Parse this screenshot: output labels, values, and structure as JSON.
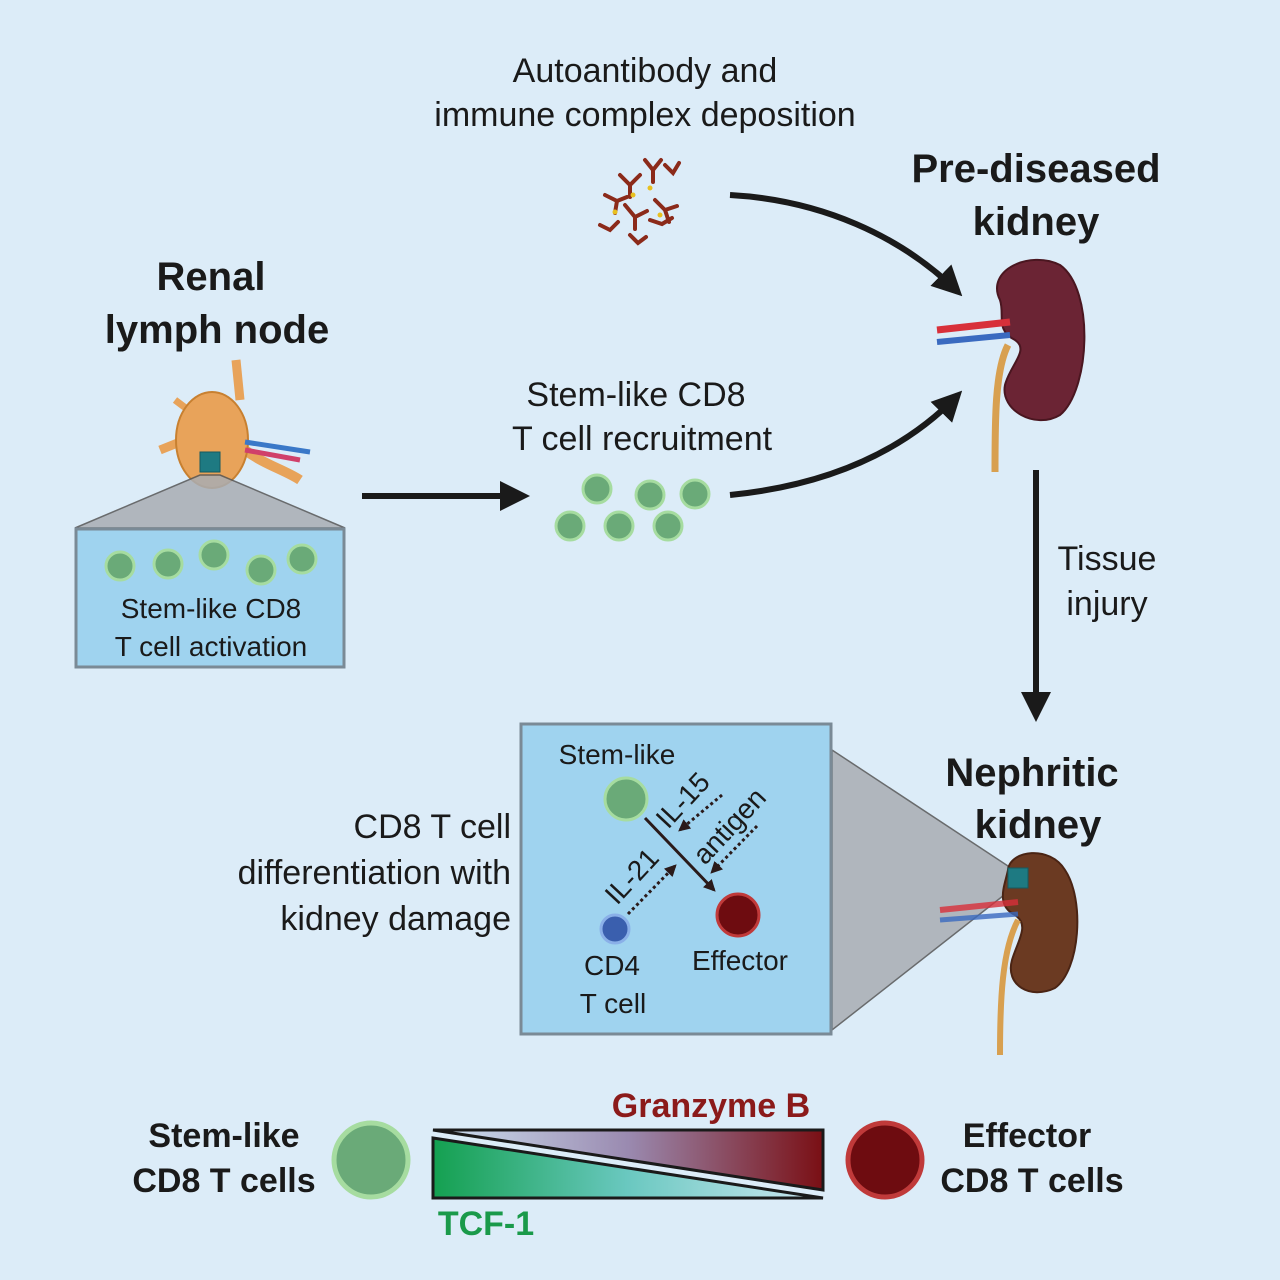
{
  "colors": {
    "background": "#dcecf8",
    "panel": "#9fd3ef",
    "stem_cell": "#6aaa78",
    "effector_cell": "#7a0f14",
    "cd4_cell": "#3a5fae",
    "kidney_pre": "#6b2434",
    "kidney_nephritic": "#6b3a22",
    "lymph_node": "#e8a35a",
    "granzyme": "#8b1a1a",
    "tcf1": "#1a9a4a"
  },
  "deposition": {
    "line1": "Autoantibody and",
    "line2": "immune complex deposition"
  },
  "pre_diseased": {
    "line1": "Pre-diseased",
    "line2": "kidney"
  },
  "lymph_node": {
    "line1": "Renal",
    "line2": "lymph node"
  },
  "activation": {
    "line1": "Stem-like CD8",
    "line2": "T cell activation"
  },
  "recruitment": {
    "line1": "Stem-like CD8",
    "line2": "T cell recruitment"
  },
  "injury": {
    "line1": "Tissue",
    "line2": "injury"
  },
  "nephritic": {
    "line1": "Nephritic",
    "line2": "kidney"
  },
  "differentiation": {
    "line1": "CD8 T cell",
    "line2": "differentiation with",
    "line3": "kidney damage"
  },
  "inset": {
    "stem": "Stem-like",
    "il15": "IL-15",
    "antigen": "antigen",
    "il21": "IL-21",
    "cd4_line1": "CD4",
    "cd4_line2": "T cell",
    "effector": "Effector"
  },
  "legend": {
    "stem_line1": "Stem-like",
    "stem_line2": "CD8 T cells",
    "effector_line1": "Effector",
    "effector_line2": "CD8 T cells",
    "granzyme": "Granzyme B",
    "tcf1": "TCF-1"
  }
}
